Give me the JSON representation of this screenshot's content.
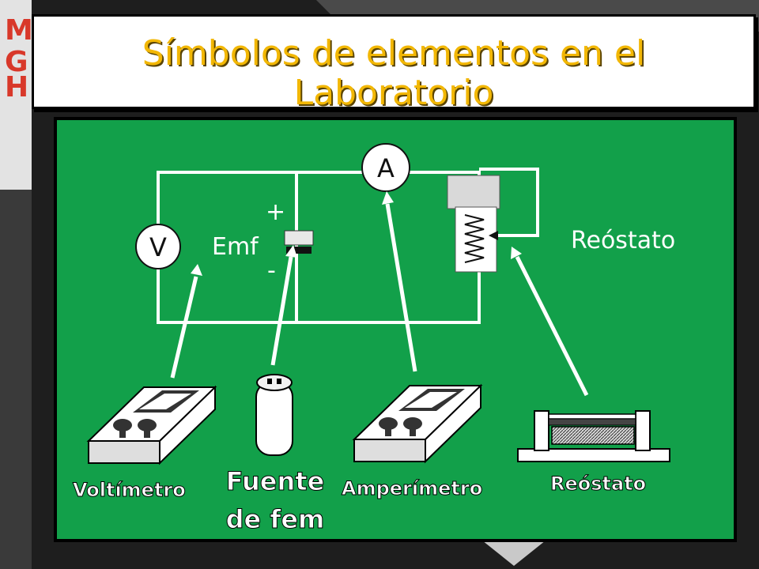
{
  "slide": {
    "title_line1": "Símbolos de elementos en el",
    "title_line2": "Laboratorio",
    "logo": "MGH"
  },
  "circuit": {
    "voltmeter_symbol": "V",
    "ammeter_symbol": "A",
    "emf_label": "Emf",
    "plus_sign": "+",
    "minus_sign": "-",
    "rheostat_label": "Reóstato"
  },
  "devices": {
    "voltmeter_label": "Voltímetro",
    "source_label_line1": "Fuente",
    "source_label_line2": "de fem",
    "ammeter_label": "Amperímetro",
    "rheostat_label": "Reóstato"
  },
  "colors": {
    "background": "#1e1e1e",
    "panel": "#12a04a",
    "title": "#f2b705",
    "logo": "#d8382a",
    "wire": "#ffffff"
  }
}
